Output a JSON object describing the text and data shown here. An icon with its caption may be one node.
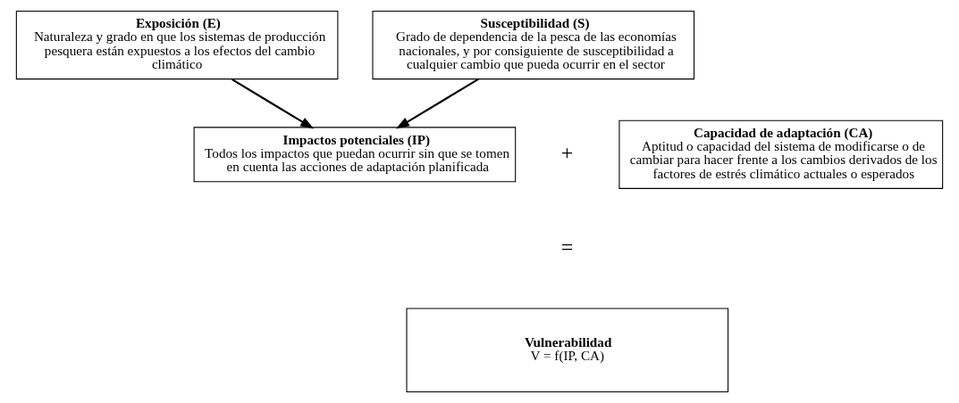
{
  "diagram": {
    "nodes": [
      {
        "text": [
          "Exposición (E)",
          "Naturaleza y grado en que los sistemas de producción pesquera están expuestos a los efectos del cambio climático"
        ]
      },
      {
        "text": [
          "Susceptibilidad (S)",
          "Grado de dependencia de la pesca de las economías nacionales, y por consiguiente de susceptibilidad a cualquier cambio que pueda ocurrir en el sector"
        ]
      },
      {
        "text": [
          "Impactos potenciales (IP)",
          "Todos los impactos que puedan ocurrir sin que se tomen en cuenta las acciones de adaptación planificada"
        ]
      },
      {
        "text": [
          "Capacidad de adaptación (CA)",
          "Aptitud o capacidad del sistema de modificarse o de cambiar para hacer frente a los cambios derivados de los factores de estrés climático actuales o esperados"
        ]
      },
      {
        "text": [
          "Vulnerabilidad",
          "V = f(IP, CA)"
        ]
      }
    ],
    "edges": [
      {
        "from": 0,
        "to": 2,
        "arrow": "to"
      },
      {
        "from": 1,
        "to": 2,
        "arrow": "to"
      }
    ],
    "labels": [
      "+",
      "="
    ]
  }
}
